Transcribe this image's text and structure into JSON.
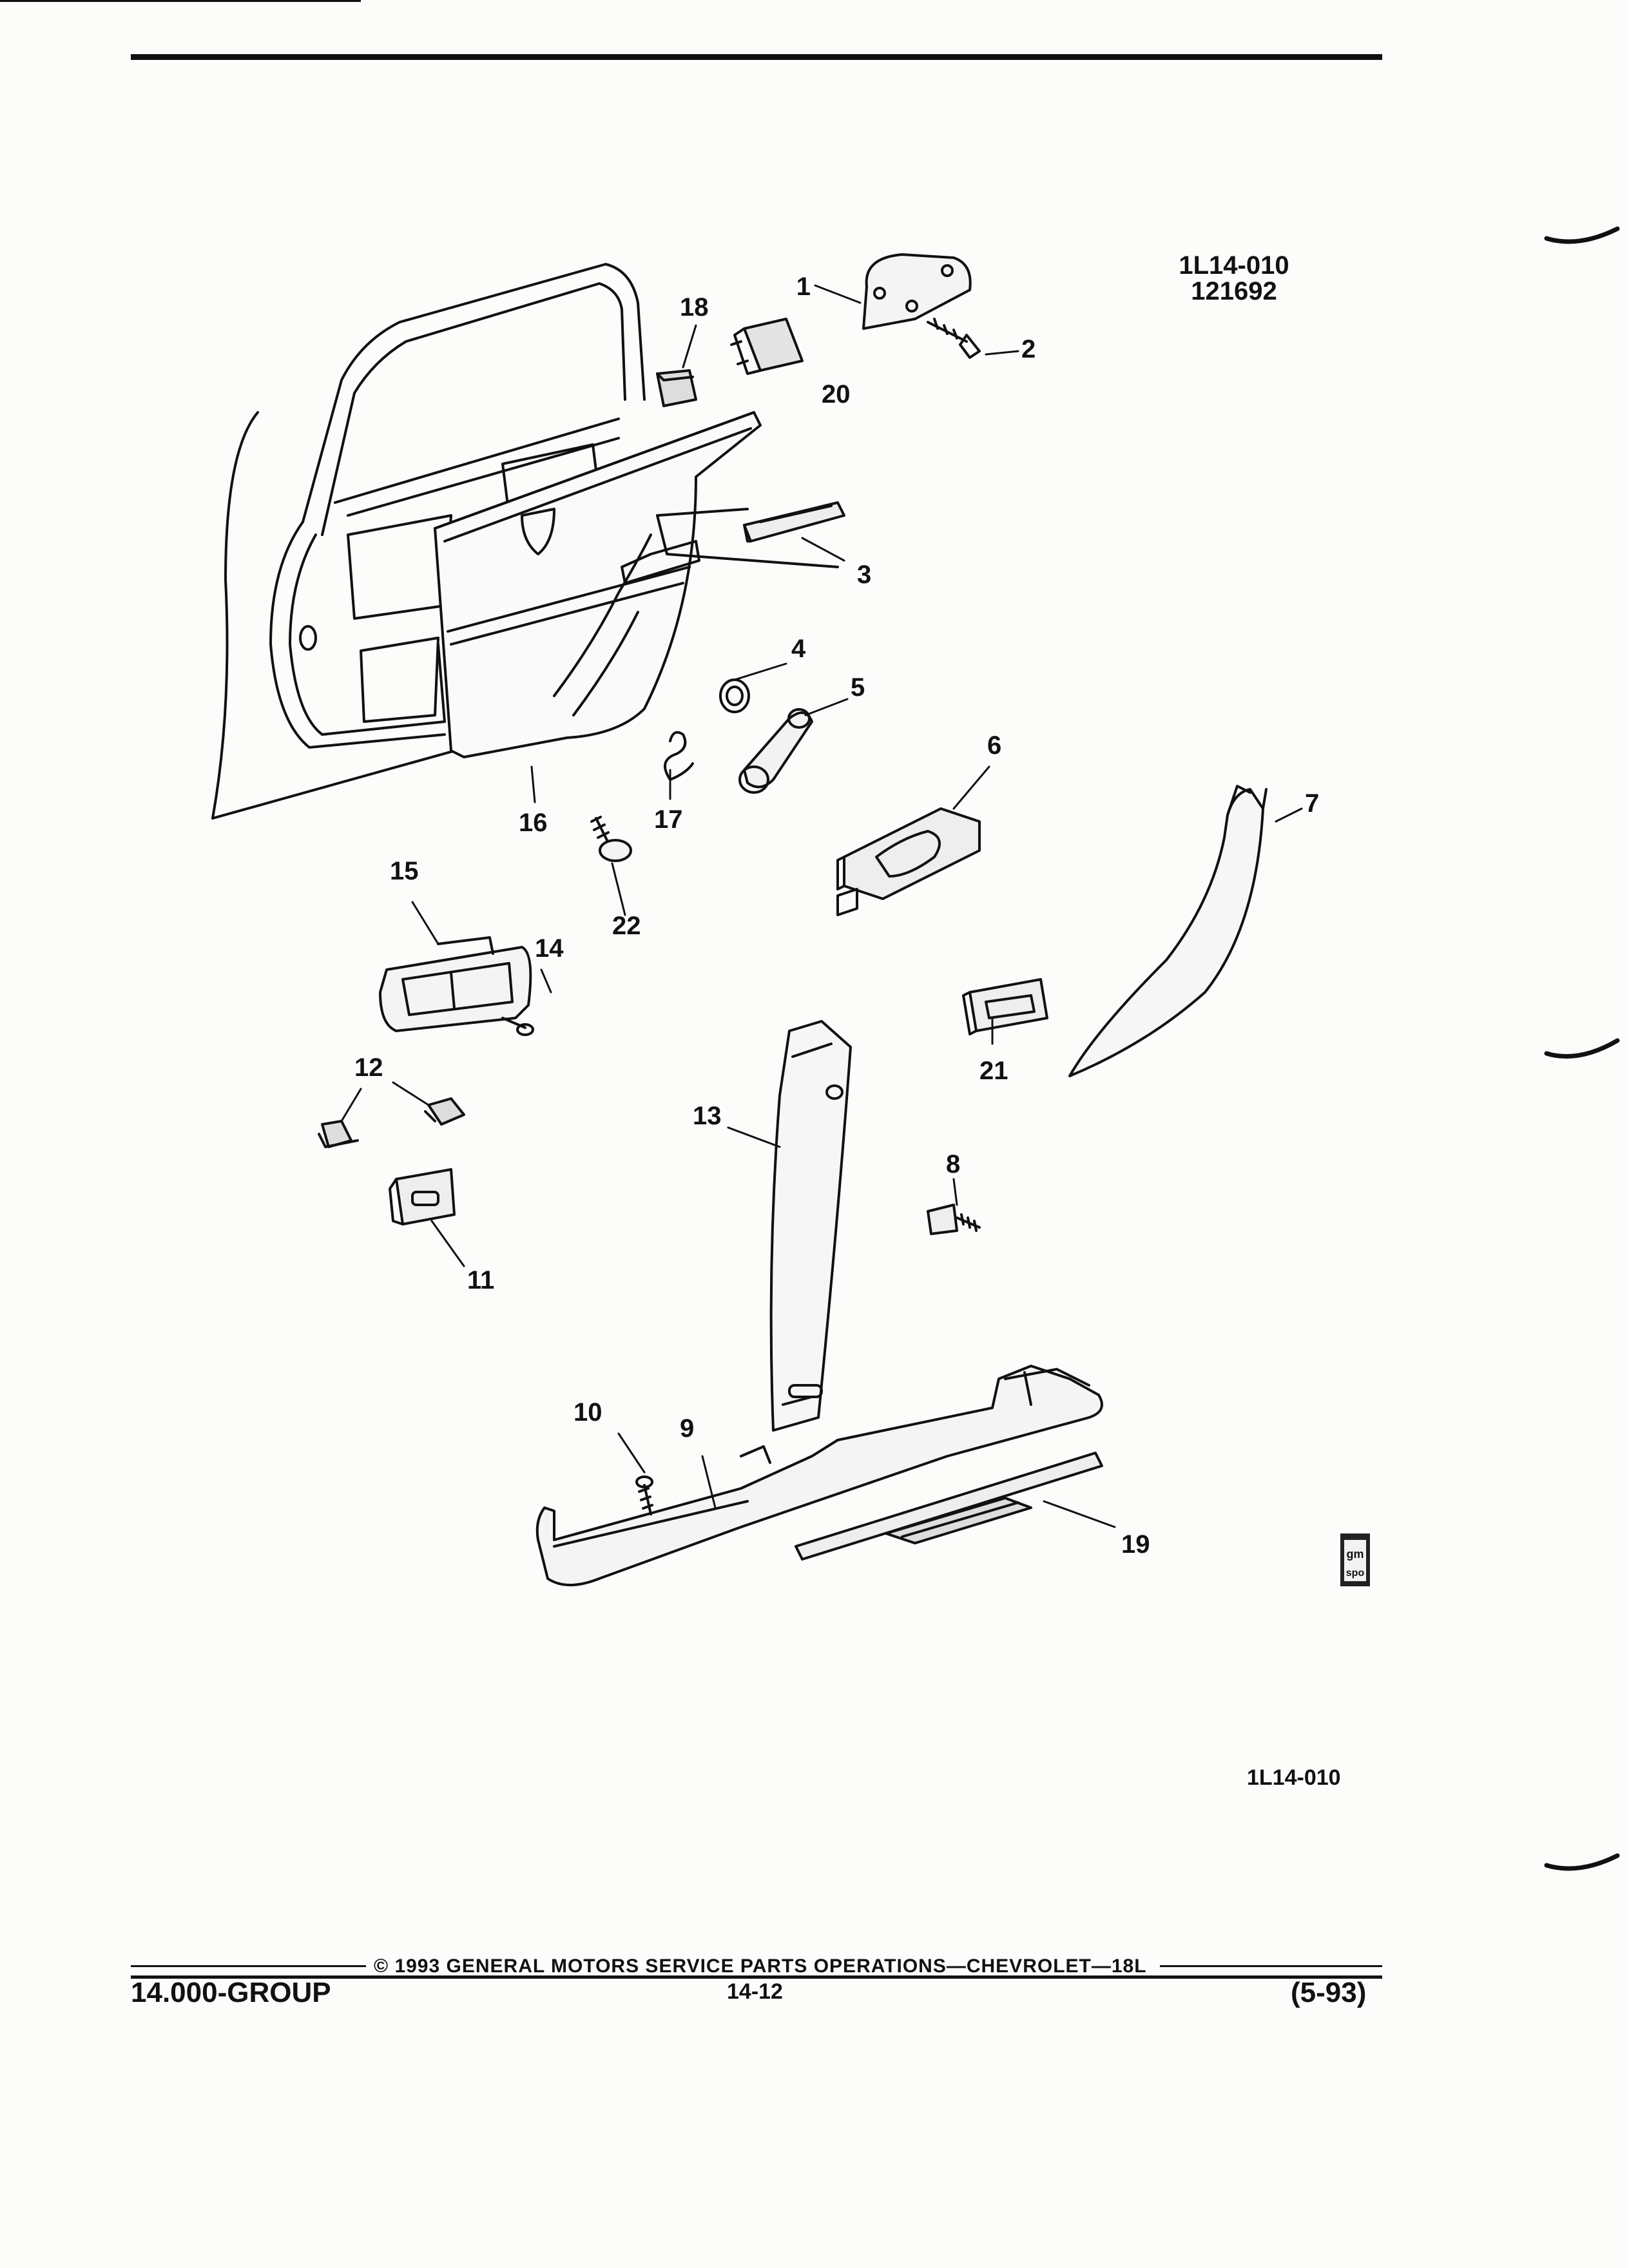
{
  "figure": {
    "code_top": "1L14-010",
    "date_code": "121692",
    "code_bottom": "1L14-010"
  },
  "callouts": [
    "1",
    "2",
    "3",
    "4",
    "5",
    "6",
    "7",
    "8",
    "9",
    "10",
    "11",
    "12",
    "13",
    "14",
    "15",
    "16",
    "17",
    "18",
    "19",
    "20",
    "21",
    "22"
  ],
  "footer": {
    "copyright": "© 1993 GENERAL MOTORS SERVICE PARTS OPERATIONS—CHEVROLET—18L",
    "group": "14.000-GROUP",
    "page": "14-12",
    "date": "(5-93)"
  },
  "logo": {
    "text_top": "gm",
    "text_bottom": "spo"
  }
}
